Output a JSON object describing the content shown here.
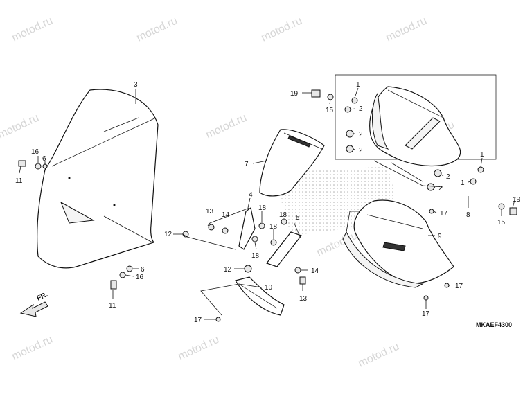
{
  "diagram_code": "MKAEF4300",
  "front_label": "FR.",
  "watermark": "motod.ru",
  "callouts": {
    "c3": "3",
    "c16a": "16",
    "c6a": "6",
    "c11a": "11",
    "c6b": "6",
    "c16b": "16",
    "c11b": "11",
    "c7": "7",
    "c4": "4",
    "c13a": "13",
    "c14a": "14",
    "c12a": "12",
    "c18a": "18",
    "c18b": "18",
    "c18c": "18",
    "c18d": "18",
    "c5": "5",
    "c12b": "12",
    "c14b": "14",
    "c13b": "13",
    "c10": "10",
    "c17a": "17",
    "c19a": "19",
    "c15a": "15",
    "c1a": "1",
    "c2a": "2",
    "c2b": "2",
    "c2c": "2",
    "c1b": "1",
    "c2d": "2",
    "c2e": "2",
    "c1c": "1",
    "c17b": "17",
    "c8": "8",
    "c19b": "19",
    "c15b": "15",
    "c9": "9",
    "c17c": "17",
    "c17d": "17"
  }
}
